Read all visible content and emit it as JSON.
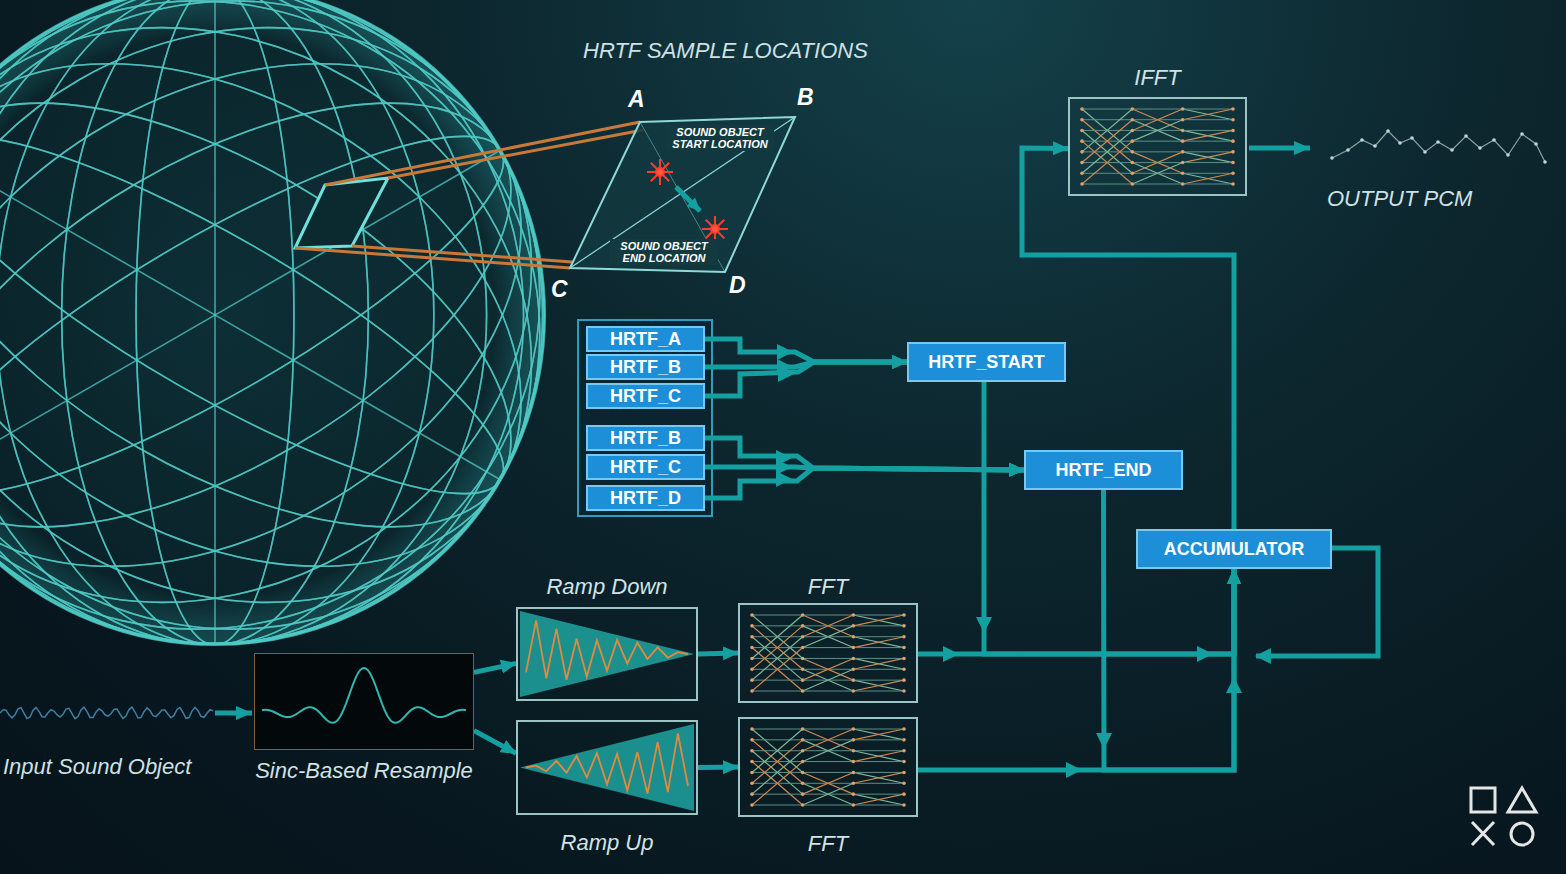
{
  "diagram": {
    "nodes": [
      {
        "text": [
          "SOUND OBJECT START LOCATION",
          "SOUND OBJECT END LOCATION"
        ]
      },
      {
        "text": [
          "IFFT"
        ]
      },
      {
        "text": [
          "HRTF_A"
        ]
      },
      {
        "text": [
          "HRTF_B"
        ]
      },
      {
        "text": [
          "HRTF_C"
        ]
      },
      {
        "text": [
          "HRTF_B"
        ]
      },
      {
        "text": [
          "HRTF_C"
        ]
      },
      {
        "text": [
          "HRTF_D"
        ]
      },
      {
        "text": [
          "HRTF_START"
        ]
      },
      {
        "text": [
          "HRTF_END"
        ]
      },
      {
        "text": [
          "ACCUMULATOR"
        ]
      },
      {
        "text": [
          "Ramp Down"
        ]
      },
      {
        "text": [
          "FFT"
        ]
      },
      {
        "text": [
          "Sinc-Based Resample"
        ]
      },
      {
        "text": [
          "Ramp Up"
        ]
      },
      {
        "text": [
          "FFT"
        ]
      }
    ],
    "edges": [
      {
        "from": 2,
        "to": 8,
        "arrow": "to"
      },
      {
        "from": 3,
        "to": 8,
        "arrow": "to"
      },
      {
        "from": 4,
        "to": 8,
        "arrow": "to"
      },
      {
        "from": 5,
        "to": 9,
        "arrow": "to"
      },
      {
        "from": 6,
        "to": 9,
        "arrow": "to"
      },
      {
        "from": 7,
        "to": 9,
        "arrow": "to"
      },
      {
        "from": 13,
        "to": 11,
        "arrow": "to"
      },
      {
        "from": 13,
        "to": 14,
        "arrow": "to"
      },
      {
        "from": 11,
        "to": 12,
        "arrow": "to"
      },
      {
        "from": 14,
        "to": 15,
        "arrow": "to"
      },
      {
        "from": 12,
        "to": 10,
        "arrow": "to"
      },
      {
        "from": 8,
        "to": 10,
        "arrow": "to"
      },
      {
        "from": 15,
        "to": 10,
        "arrow": "to"
      },
      {
        "from": 9,
        "to": 10,
        "arrow": "to"
      },
      {
        "from": 10,
        "to": 1,
        "arrow": "to"
      }
    ],
    "labels": [
      "HRTF SAMPLE LOCATIONS",
      "A",
      "B",
      "C",
      "D",
      "Input Sound Object",
      "OUTPUT PCM"
    ]
  }
}
